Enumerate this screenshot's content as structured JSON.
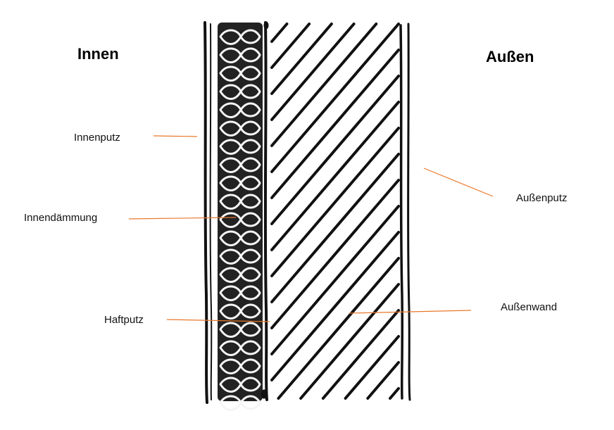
{
  "titles": {
    "inside": "Innen",
    "outside": "Außen"
  },
  "labels": {
    "innenputz": "Innenputz",
    "innendaemmung": "Innendämmung",
    "haftputz": "Haftputz",
    "aussenputz": "Außenputz",
    "aussenwand": "Außenwand"
  },
  "colors": {
    "ink": "#111111",
    "leader": "#e8782a",
    "background": "#ffffff"
  }
}
